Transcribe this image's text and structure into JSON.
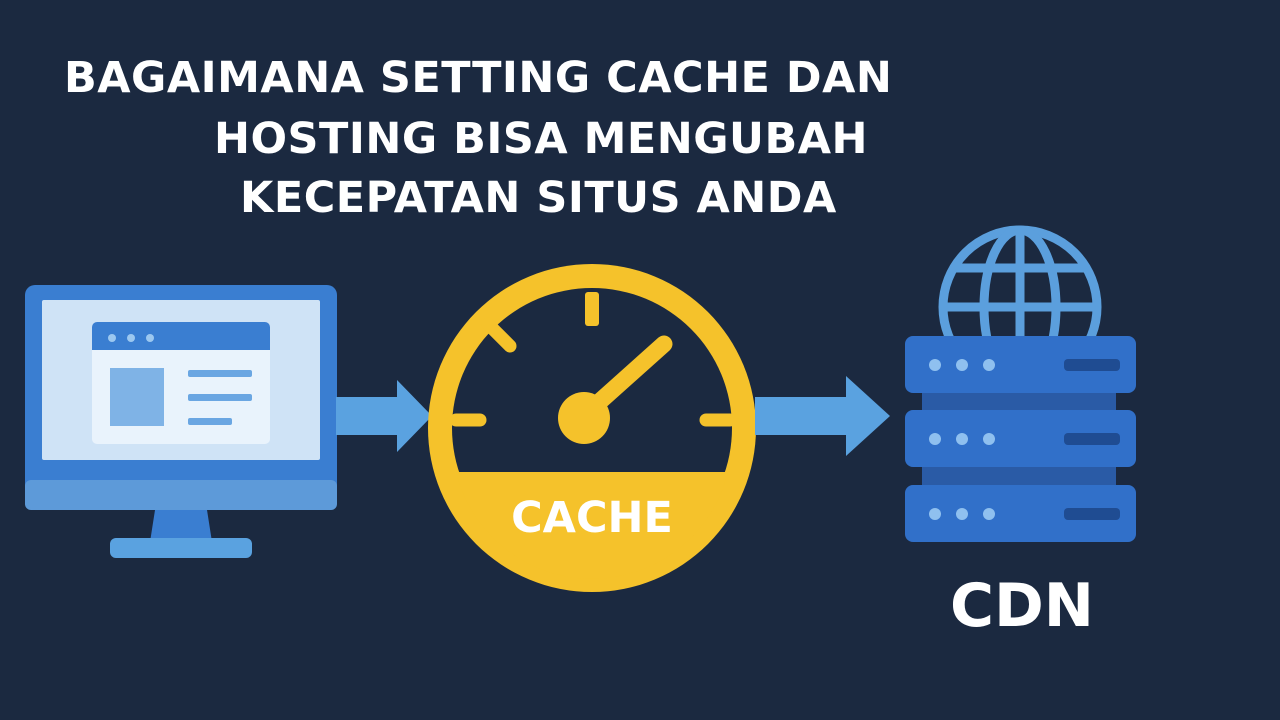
{
  "title": {
    "line1": "BAGAIMANA SETTING CACHE DAN",
    "line2": "HOSTING BISA MENGUBAH",
    "line3": "KECEPATAN SITUS ANDA"
  },
  "diagram": {
    "cache_label": "CACHE",
    "cdn_label": "CDN",
    "icons": {
      "client": "monitor-icon",
      "cache": "speedometer-icon",
      "network": "globe-icon",
      "server": "server-stack-icon",
      "flow": "arrow-right-icon"
    }
  },
  "colors": {
    "background": "#1b2940",
    "monitor_blue": "#3a7ed1",
    "screen_light": "#cfe3f6",
    "arrow_blue": "#5aa2e0",
    "gauge_yellow": "#f5c22b",
    "server_blue": "#3170c9",
    "globe_blue": "#5b9fdd",
    "text": "#ffffff"
  }
}
